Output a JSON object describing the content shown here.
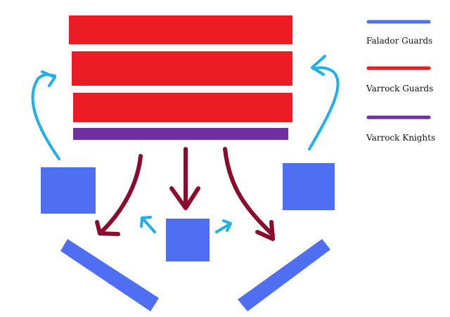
{
  "legend": {
    "items": [
      {
        "label": "Falador Guards",
        "color": "#4f6ff2"
      },
      {
        "label": "Varrock Guards",
        "color": "#ed1c24"
      },
      {
        "label": "Varrock Knights",
        "color": "#7030a0"
      }
    ]
  },
  "colors": {
    "falador_guards": "#4f6ff2",
    "varrock_guards": "#ed1c24",
    "varrock_knights": "#7030a0",
    "advance_arrow": "#8b0a2e",
    "flank_arrow": "#1fb0e8"
  },
  "formation": {
    "varrock_guard_rows": 3,
    "varrock_knight_rows": 1,
    "falador_squads": 3,
    "falador_walls": 2
  },
  "icons": {
    "advance": "curved-arrow-icon",
    "flank": "curved-arrow-icon"
  }
}
